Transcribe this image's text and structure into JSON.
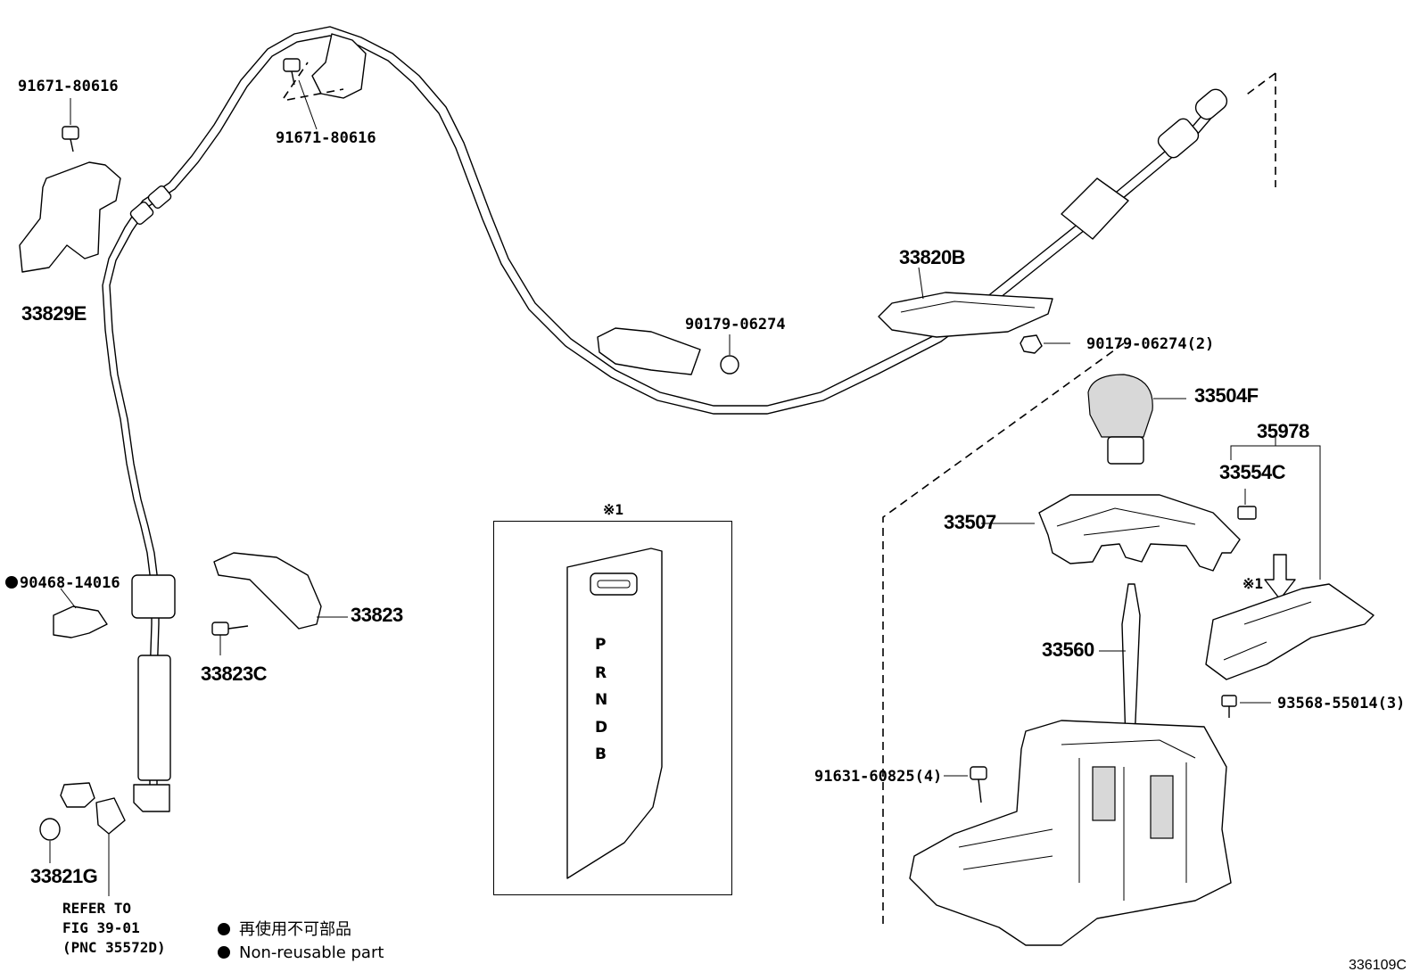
{
  "diagram_id": "336109C",
  "labels": {
    "p91671_top_left": "91671-80616",
    "p91671_top_mid": "91671-80616",
    "p33829E": "33829E",
    "p33820B": "33820B",
    "p90179": "90179-06274",
    "p90179_2": "90179-06274(2)",
    "p33504F": "33504F",
    "p35978": "35978",
    "p33554C": "33554C",
    "p33507": "33507",
    "p90468": "90468-14016",
    "p33823": "33823",
    "p33823C": "33823C",
    "p33560": "33560",
    "p93568": "93568-55014(3)",
    "p91631": "91631-60825(4)",
    "p33821G": "33821G",
    "ref_mark_box": "※1",
    "ref_mark_arrow": "※1"
  },
  "refer": {
    "line1": "REFER TO",
    "line2": "FIG 39-01",
    "line3": "(PNC 35572D)"
  },
  "legend": {
    "jp": "再使用不可部品",
    "en": "Non-reusable part"
  },
  "gate_letters": [
    "P",
    "R",
    "N",
    "D",
    "B"
  ]
}
